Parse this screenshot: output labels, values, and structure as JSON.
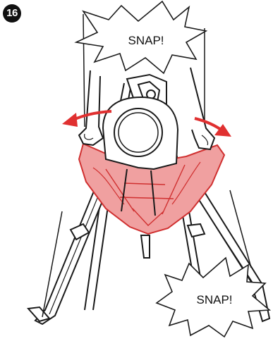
{
  "step": {
    "number": "16"
  },
  "bursts": [
    {
      "text": "SNAP!"
    },
    {
      "text": "SNAP!"
    }
  ],
  "colors": {
    "seat_fill": "#f0a0a0",
    "seat_stroke": "#d03030",
    "arrow": "#e03030",
    "line": "#1a1a1a"
  },
  "icons": [
    "hand-icon",
    "arrow-left-icon",
    "arrow-right-icon",
    "starburst-icon"
  ]
}
